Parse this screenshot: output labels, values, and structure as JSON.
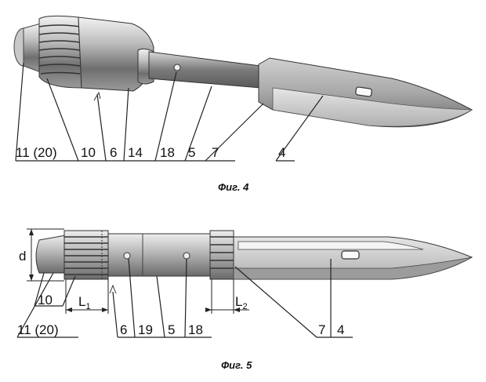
{
  "figures": [
    {
      "caption": "Фиг. 4",
      "labels": [
        "11 (20)",
        "10",
        "6",
        "14",
        "18",
        "5",
        "7",
        "4"
      ]
    },
    {
      "caption": "Фиг. 5",
      "labels": [
        "d",
        "10",
        "L",
        "1",
        "6",
        "19",
        "5",
        "18",
        "L",
        "2",
        "11 (20)",
        "7",
        "4"
      ]
    }
  ]
}
